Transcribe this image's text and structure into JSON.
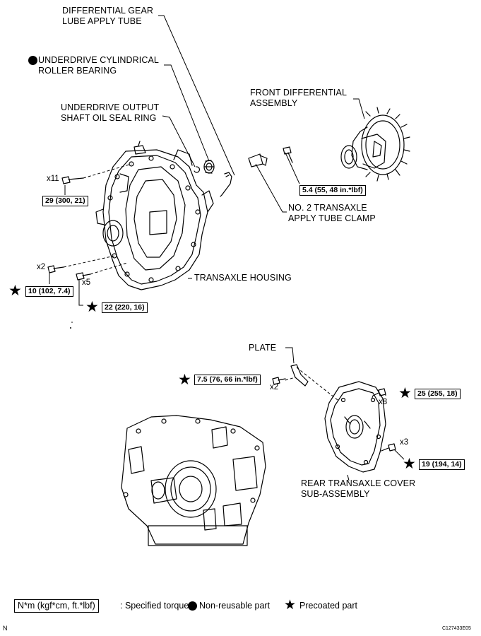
{
  "labels": {
    "diff_tube": [
      "DIFFERENTIAL GEAR",
      "LUBE APPLY TUBE"
    ],
    "bearing": [
      "UNDERDRIVE CYLINDRICAL",
      "ROLLER BEARING"
    ],
    "oil_seal": [
      "UNDERDRIVE OUTPUT",
      "SHAFT OIL SEAL RING"
    ],
    "front_diff": [
      "FRONT DIFFERENTIAL",
      "ASSEMBLY"
    ],
    "clamp": [
      "NO. 2 TRANSAXLE",
      "APPLY TUBE CLAMP"
    ],
    "housing": "TRANSAXLE HOUSING",
    "plate": "PLATE",
    "rear_cover": [
      "REAR TRANSAXLE COVER",
      "SUB-ASSEMBLY"
    ]
  },
  "torques": {
    "t29": "29 (300, 21)",
    "t54": "5.4 (55, 48 in.*lbf)",
    "t10": "10 (102, 7.4)",
    "t22": "22 (220, 16)",
    "t75": "7.5 (76, 66 in.*lbf)",
    "t25": "25 (255, 18)",
    "t19": "19 (194, 14)"
  },
  "quantities": {
    "q11": "x11",
    "q2a": "x2",
    "q5": "x5",
    "q2b": "x2",
    "q8": "x8",
    "q3": "x3"
  },
  "legend": {
    "unit_box": "N*m (kgf*cm, ft.*lbf)",
    "specified": ": Specified torque",
    "non_reusable": "Non-reusable part",
    "precoated": "Precoated part"
  },
  "footer": {
    "corner_left": "N",
    "figure_code": "C127433E05"
  },
  "colors": {
    "line": "#000000",
    "background": "#ffffff"
  }
}
